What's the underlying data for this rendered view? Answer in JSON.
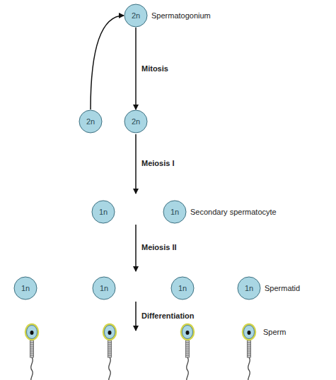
{
  "diagram": {
    "nodes": [
      {
        "text": [
          "2n",
          "Spermatogonium"
        ]
      },
      {
        "text": [
          "2n"
        ]
      },
      {
        "text": [
          "2n"
        ]
      },
      {
        "text": [
          "1n"
        ]
      },
      {
        "text": [
          "1n",
          "Secondary spermatocyte"
        ]
      },
      {
        "text": [
          "1n"
        ]
      },
      {
        "text": [
          "1n"
        ]
      },
      {
        "text": [
          "1n"
        ]
      },
      {
        "text": [
          "1n",
          "Spermatid"
        ]
      }
    ],
    "edges": [
      {
        "from": 0,
        "to": 2,
        "arrow": "to",
        "label": "Mitosis"
      },
      {
        "from": 1,
        "to": 0,
        "arrow": "to"
      }
    ],
    "labels": [
      "Meiosis I",
      "Meiosis II",
      "Differentiation",
      "Sperm"
    ]
  }
}
